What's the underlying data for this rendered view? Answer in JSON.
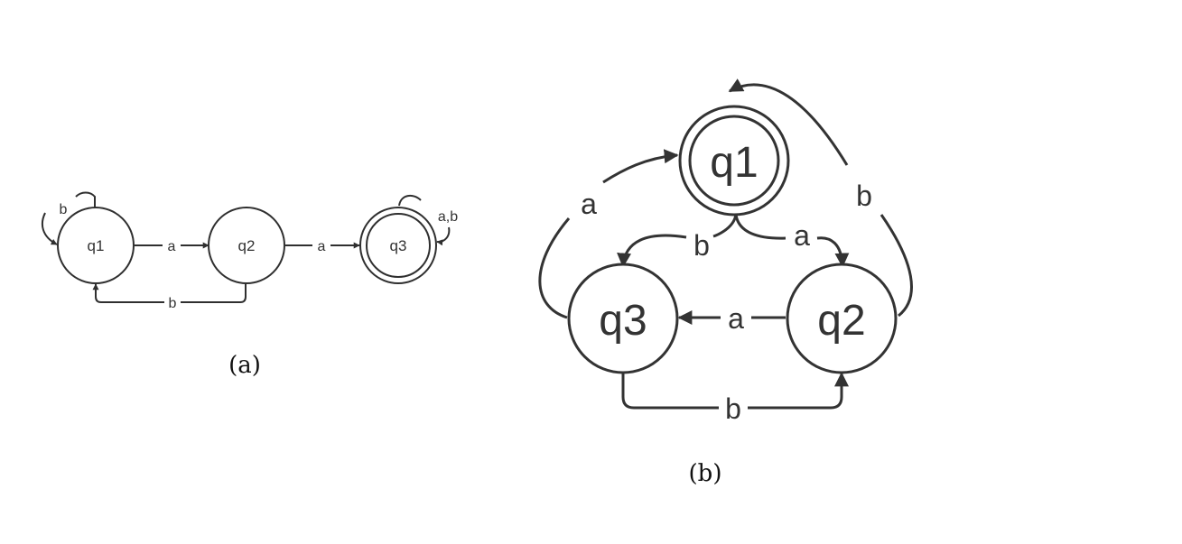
{
  "diagram_a": {
    "caption": "(a)",
    "states": [
      {
        "id": "q1",
        "label": "q1",
        "accepting": false
      },
      {
        "id": "q2",
        "label": "q2",
        "accepting": false
      },
      {
        "id": "q3",
        "label": "q3",
        "accepting": true
      }
    ],
    "transitions": [
      {
        "from": "q1",
        "to": "q1",
        "label": "b"
      },
      {
        "from": "q1",
        "to": "q2",
        "label": "a"
      },
      {
        "from": "q2",
        "to": "q3",
        "label": "a"
      },
      {
        "from": "q2",
        "to": "q1",
        "label": "b"
      },
      {
        "from": "q3",
        "to": "q3",
        "label": "a,b"
      }
    ]
  },
  "diagram_b": {
    "caption": "(b)",
    "states": [
      {
        "id": "q1",
        "label": "q1",
        "accepting": true
      },
      {
        "id": "q2",
        "label": "q2",
        "accepting": false
      },
      {
        "id": "q3",
        "label": "q3",
        "accepting": false
      }
    ],
    "transitions": [
      {
        "from": "q3",
        "to": "q1",
        "label": "a"
      },
      {
        "from": "q2",
        "to": "q1",
        "label": "b"
      },
      {
        "from": "q1",
        "to": "q3",
        "label": "b"
      },
      {
        "from": "q1",
        "to": "q2",
        "label": "a"
      },
      {
        "from": "q2",
        "to": "q3",
        "label": "a"
      },
      {
        "from": "q3",
        "to": "q2",
        "label": "b"
      }
    ]
  }
}
